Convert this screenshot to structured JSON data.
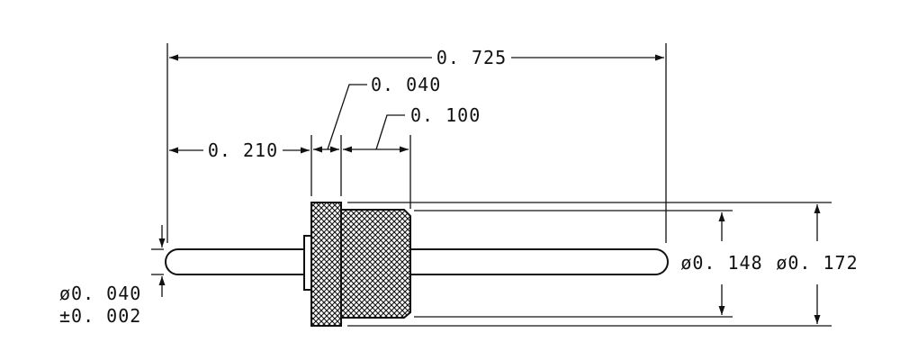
{
  "dimensions": {
    "overall_length": "0. 725",
    "pin_length_left": "0. 210",
    "flange_width": "0. 040",
    "body_width": "0. 100",
    "body_diameter": "ø0. 148",
    "flange_diameter": "ø0. 172",
    "pin_diameter": "ø0. 040",
    "pin_tolerance": "±0. 002"
  },
  "colors": {
    "line": "#111111",
    "background": "#ffffff"
  }
}
